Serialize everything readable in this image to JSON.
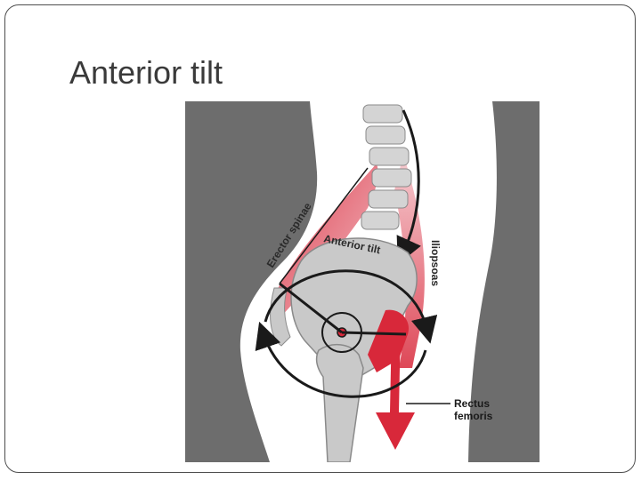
{
  "slide": {
    "title": "Anterior tilt"
  },
  "figure": {
    "labels": {
      "erector_spinae": "Erector spinae",
      "iliopsoas": "Iliopsoas",
      "anterior_tilt": "Anterior tilt",
      "rectus_femoris_line1": "Rectus",
      "rectus_femoris_line2": "femoris"
    },
    "colors": {
      "background": "#6d6d6d",
      "body": "#ffffff",
      "bone": "#c9c9c9",
      "muscle": "#d8283a",
      "muscle_light": "#f2b8bf",
      "arrow": "#1a1a1a"
    }
  }
}
